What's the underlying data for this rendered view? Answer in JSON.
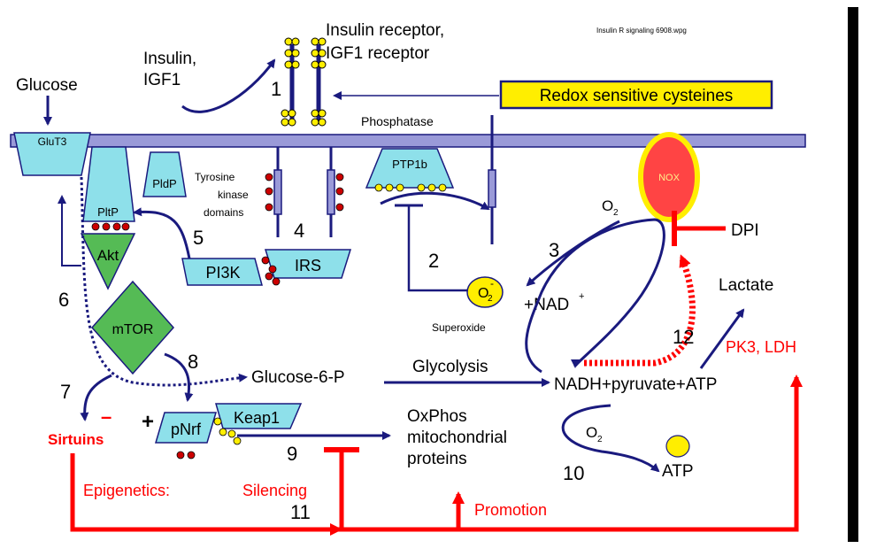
{
  "watermark": "Insulin R signaling 6908.wpg",
  "receptor": {
    "label_line1": "Insulin receptor,",
    "label_line2": "IGF1 receptor"
  },
  "ligand": {
    "line1": "Insulin,",
    "line2": "IGF1"
  },
  "glucose": "Glucose",
  "redox_box": "Redox sensitive cysteines",
  "phosphatase": "Phosphatase",
  "tyrosine": {
    "line1": "Tyrosine",
    "line2": "kinase",
    "line3": "domains"
  },
  "nodes": {
    "glut3": "GluT3",
    "pldp": "PldP",
    "pltp": "PltP",
    "ptp1b": "PTP1b",
    "nox": "NOX",
    "akt": "Akt",
    "pi3k": "PI3K",
    "irs": "IRS",
    "mtor": "mTOR",
    "pnrf": "pNrf",
    "keap1": "Keap1"
  },
  "labels": {
    "dpi": "DPI",
    "o2_top": "O",
    "o2_sub": "2",
    "superoxide_o": "O",
    "superoxide_sub": "2",
    "superoxide_sup": "-",
    "superoxide_name": "Superoxide",
    "nad": "+NAD",
    "nad_sup": "+",
    "lactate": "Lactate",
    "pk3_ldh": "PK3, LDH",
    "glucose6p": "Glucose-6-P",
    "glycolysis": "Glycolysis",
    "nadh": "NADH+pyruvate+ATP",
    "oxphos_line1": "OxPhos",
    "oxphos_line2": "mitochondrial",
    "oxphos_line3": "proteins",
    "o2_bottom": "O",
    "o2_bottom_sub": "2",
    "atp": "ATP",
    "sirtuins": "Sirtuins",
    "minus": "–",
    "plus": "+",
    "epigenetics": "Epigenetics:",
    "silencing": "Silencing",
    "promotion": "Promotion"
  },
  "steps": [
    "1",
    "2",
    "3",
    "4",
    "5",
    "6",
    "7",
    "8",
    "9",
    "10",
    "11",
    "12"
  ],
  "colors": {
    "membrane": "#9a9ad8",
    "node_cyan": "#8ee0ea",
    "node_green": "#55bb55",
    "navy": "#1a1a7e",
    "red": "#ff0000",
    "yellow": "#ffee00",
    "bead_red": "#cc0000",
    "bead_yellow": "#ffee00"
  }
}
